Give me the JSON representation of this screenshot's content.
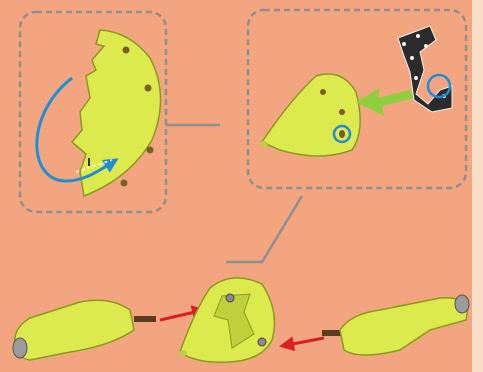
{
  "colors": {
    "background": "#f2a57e",
    "right_strip": "#f8ddc7",
    "part_fill": "#dcea4e",
    "part_shade": "#bfd03a",
    "part_outline": "#8a9a20",
    "panel_border": "#8f8f8f",
    "connector_line": "#8f8f8f",
    "hole": "#7a5e2a",
    "blue_highlight": "#1e8fd6",
    "green_arrow": "#8fce3e",
    "red_arrow": "#d62024",
    "bracket_dark": "#2b2b2b",
    "bracket_light": "#f0f0f0",
    "shaft": "#5c3b1e"
  },
  "panels": [
    {
      "name": "step-curve-cone",
      "icon": "curved-arrow-icon"
    },
    {
      "name": "step-attach-bracket",
      "icon": "green-arrow-icon"
    }
  ],
  "parts": [
    "flat-fan-piece",
    "cone-piece",
    "servo-bracket",
    "left-arm",
    "right-arm",
    "center-cone"
  ],
  "arrows": [
    "blue-curve-arrow",
    "green-insert-arrow",
    "red-left-arrow",
    "red-right-arrow"
  ]
}
